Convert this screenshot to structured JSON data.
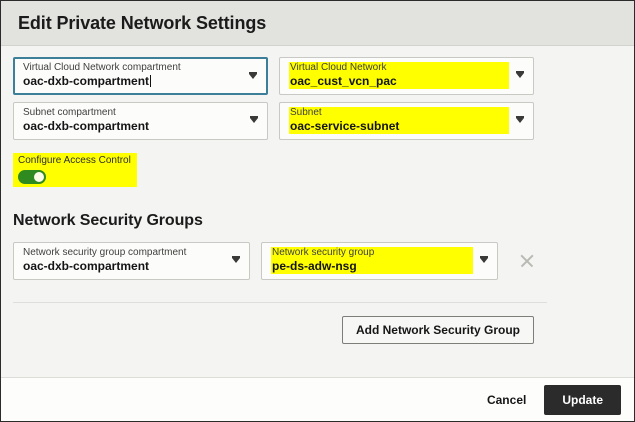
{
  "header": {
    "title": "Edit Private Network Settings"
  },
  "fields": {
    "vcn_compartment": {
      "label": "Virtual Cloud Network compartment",
      "value": "oac-dxb-compartment",
      "focused": true,
      "highlighted": false
    },
    "vcn": {
      "label": "Virtual Cloud Network",
      "value": "oac_cust_vcn_pac",
      "focused": false,
      "highlighted": true
    },
    "subnet_compartment": {
      "label": "Subnet compartment",
      "value": "oac-dxb-compartment",
      "focused": false,
      "highlighted": false
    },
    "subnet": {
      "label": "Subnet",
      "value": "oac-service-subnet",
      "focused": false,
      "highlighted": true
    }
  },
  "access_control": {
    "label": "Configure Access Control",
    "state": "on",
    "highlighted": true
  },
  "nsg_section": {
    "title": "Network Security Groups",
    "rows": [
      {
        "compartment_label": "Network security group compartment",
        "compartment_value": "oac-dxb-compartment",
        "group_label": "Network security group",
        "group_value": "pe-ds-adw-nsg",
        "remove_icon": "close-icon"
      }
    ],
    "add_button": "Add Network Security Group"
  },
  "footer": {
    "cancel_label": "Cancel",
    "update_label": "Update"
  },
  "colors": {
    "highlight": "#ffff00",
    "toggle_on": "#2f8a1f",
    "focus_border": "#3d7e99",
    "primary_button": "#2b2b2b",
    "header_bg": "#e2e2df",
    "body_bg": "#f4f4f2"
  },
  "icons": {
    "dropdown": "chevron-down-icon",
    "remove": "close-icon"
  }
}
